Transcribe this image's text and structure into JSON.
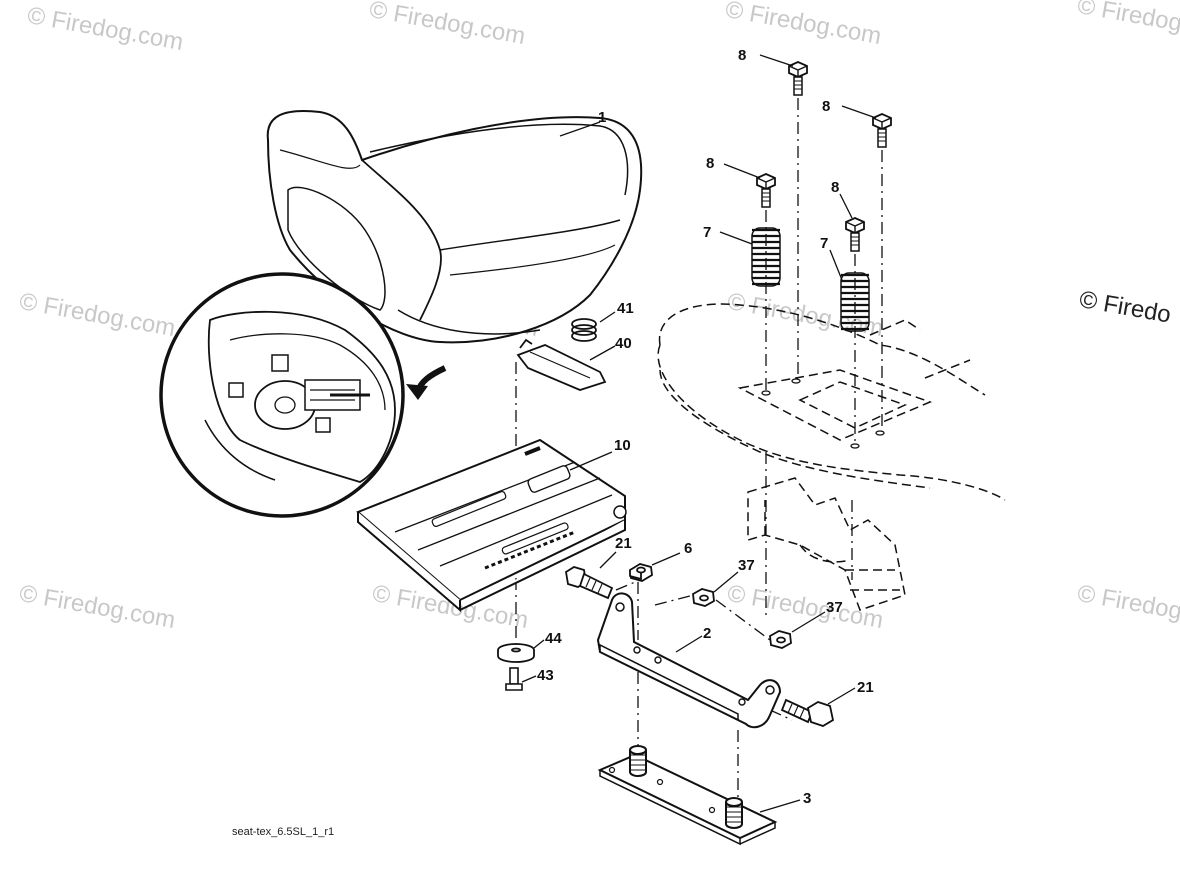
{
  "watermark_text": "© Firedog.com",
  "watermark_partial": "© Firedo",
  "diagram_code": "seat-tex_6.5SL_1_r1",
  "callouts": {
    "c1": "1",
    "c2": "2",
    "c3": "3",
    "c6": "6",
    "c7a": "7",
    "c7b": "7",
    "c8a": "8",
    "c8b": "8",
    "c8c": "8",
    "c8d": "8",
    "c10": "10",
    "c21a": "21",
    "c21b": "21",
    "c37a": "37",
    "c37b": "37",
    "c40": "40",
    "c41": "41",
    "c43": "43",
    "c44": "44"
  }
}
